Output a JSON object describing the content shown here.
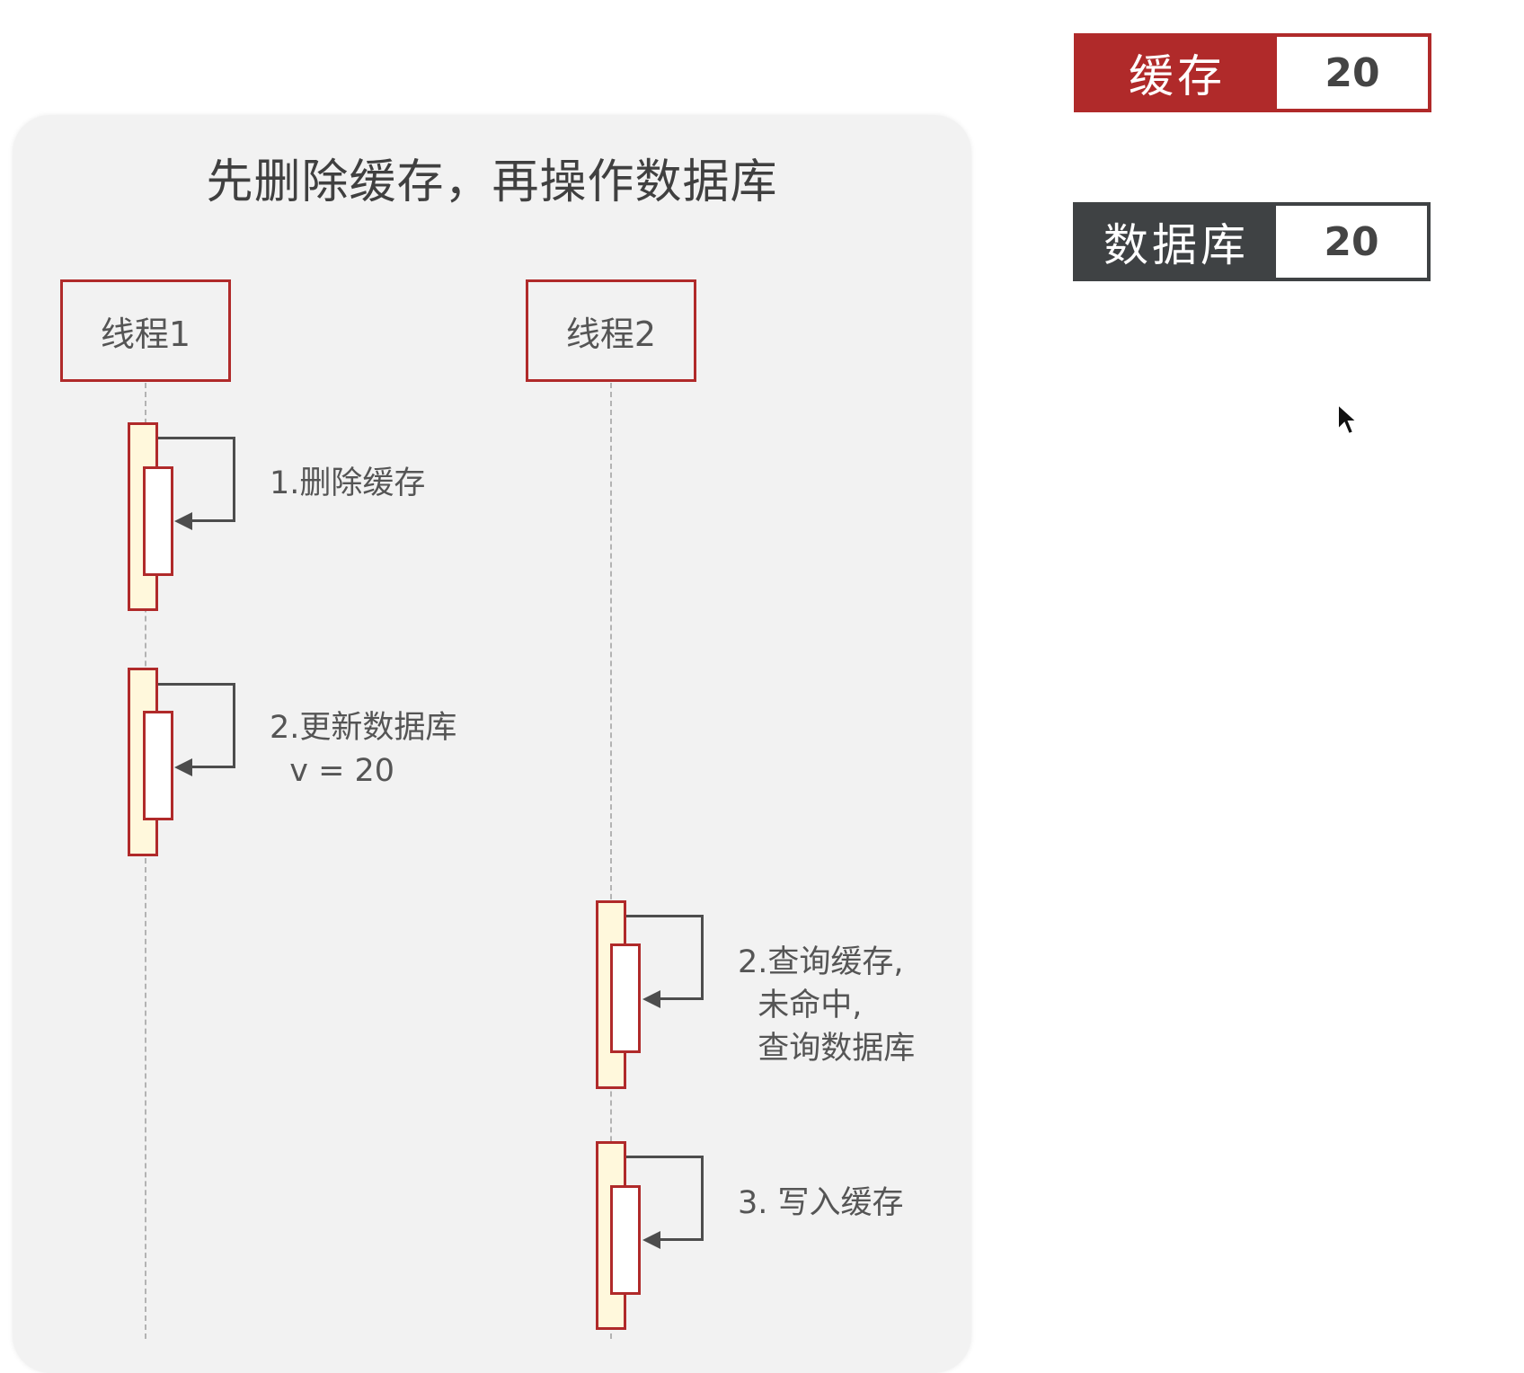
{
  "diagram": {
    "title": "先删除缓存，再操作数据库",
    "actors": [
      {
        "label": "线程1"
      },
      {
        "label": "线程2"
      }
    ],
    "steps": [
      {
        "actor": 1,
        "text": "1.删除缓存"
      },
      {
        "actor": 1,
        "text": "2.更新数据库\n  v = 20"
      },
      {
        "actor": 2,
        "text": "2.查询缓存,\n  未命中,\n  查询数据库"
      },
      {
        "actor": 2,
        "text": "3. 写入缓存"
      }
    ]
  },
  "state": {
    "cache": {
      "label": "缓存",
      "value": "20",
      "color": "#b02a2a"
    },
    "database": {
      "label": "数据库",
      "value": "20",
      "color": "#3f4244"
    }
  },
  "colors": {
    "accent": "#b02a2a",
    "activation_fill": "#fff8dc",
    "panel": "#f2f2f2"
  }
}
